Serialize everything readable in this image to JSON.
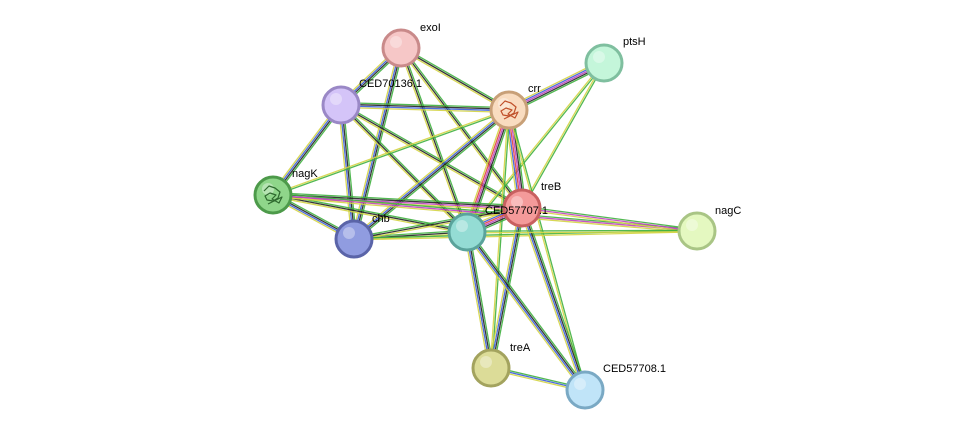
{
  "network": {
    "nodes": [
      {
        "id": "exoI",
        "label": "exoI",
        "fill": "#f6c7c7",
        "stroke": "#c98a8a",
        "glyph": "none"
      },
      {
        "id": "ptsH",
        "label": "ptsH",
        "fill": "#c4f6da",
        "stroke": "#7fbf9f",
        "glyph": "none"
      },
      {
        "id": "CED70136.1",
        "label": "CED70136.1",
        "fill": "#d4c4f8",
        "stroke": "#9a88c6",
        "glyph": "none"
      },
      {
        "id": "crr",
        "label": "crr",
        "fill": "#f9dcc0",
        "stroke": "#c8a078",
        "glyph": "protein-structure-icon"
      },
      {
        "id": "nagK",
        "label": "nagK",
        "fill": "#8fd68a",
        "stroke": "#4d9a4a",
        "glyph": "protein-structure-icon"
      },
      {
        "id": "treB",
        "label": "treB",
        "fill": "#f49a9a",
        "stroke": "#c86060",
        "glyph": "none"
      },
      {
        "id": "CED57707.1",
        "label": "CED57707.1",
        "fill": "#94dcd4",
        "stroke": "#5aa39b",
        "glyph": "none"
      },
      {
        "id": "chb",
        "label": "chb",
        "fill": "#909ce0",
        "stroke": "#5a64a8",
        "glyph": "none"
      },
      {
        "id": "nagC",
        "label": "nagC",
        "fill": "#e4f8c0",
        "stroke": "#a9c585",
        "glyph": "none"
      },
      {
        "id": "treA",
        "label": "treA",
        "fill": "#dcdc98",
        "stroke": "#a3a35e",
        "glyph": "none"
      },
      {
        "id": "CED57708.1",
        "label": "CED57708.1",
        "fill": "#c0e4f8",
        "stroke": "#7aa9c4",
        "glyph": "none"
      }
    ],
    "edges": [
      {
        "source": "exoI",
        "target": "CED70136.1",
        "colors": [
          "#3fb03f",
          "#222222",
          "#3a5bd9",
          "#d4d444"
        ]
      },
      {
        "source": "exoI",
        "target": "crr",
        "colors": [
          "#3fb03f",
          "#222222",
          "#d4d444"
        ]
      },
      {
        "source": "exoI",
        "target": "chb",
        "colors": [
          "#3fb03f",
          "#222222",
          "#3a5bd9",
          "#d4d444"
        ]
      },
      {
        "source": "exoI",
        "target": "CED57707.1",
        "colors": [
          "#3fb03f",
          "#222222",
          "#d4d444"
        ]
      },
      {
        "source": "exoI",
        "target": "treB",
        "colors": [
          "#3fb03f",
          "#222222",
          "#d4d444"
        ]
      },
      {
        "source": "CED70136.1",
        "target": "crr",
        "colors": [
          "#3fb03f",
          "#222222",
          "#3a5bd9",
          "#d4d444"
        ]
      },
      {
        "source": "CED70136.1",
        "target": "nagK",
        "colors": [
          "#3fb03f",
          "#222222",
          "#3a5bd9",
          "#d4d444"
        ]
      },
      {
        "source": "CED70136.1",
        "target": "chb",
        "colors": [
          "#3fb03f",
          "#222222",
          "#3a5bd9",
          "#d4d444"
        ]
      },
      {
        "source": "CED70136.1",
        "target": "CED57707.1",
        "colors": [
          "#3fb03f",
          "#222222",
          "#d4d444"
        ]
      },
      {
        "source": "CED70136.1",
        "target": "treB",
        "colors": [
          "#3fb03f",
          "#222222",
          "#d4d444"
        ]
      },
      {
        "source": "ptsH",
        "target": "crr",
        "colors": [
          "#3fb03f",
          "#222222",
          "#c040c0",
          "#3a5bd9",
          "#d4d444"
        ]
      },
      {
        "source": "ptsH",
        "target": "treB",
        "colors": [
          "#3fb03f",
          "#d4d444"
        ]
      },
      {
        "source": "ptsH",
        "target": "CED57707.1",
        "colors": [
          "#3fb03f",
          "#d4d444"
        ]
      },
      {
        "source": "crr",
        "target": "nagK",
        "colors": [
          "#3fb03f",
          "#d4d444"
        ]
      },
      {
        "source": "crr",
        "target": "chb",
        "colors": [
          "#3fb03f",
          "#222222",
          "#3a5bd9",
          "#d4d444"
        ]
      },
      {
        "source": "crr",
        "target": "treB",
        "colors": [
          "#3fb03f",
          "#222222",
          "#c040c0",
          "#e04040",
          "#3a5bd9",
          "#d4d444"
        ]
      },
      {
        "source": "crr",
        "target": "CED57707.1",
        "colors": [
          "#3fb03f",
          "#222222",
          "#c040c0",
          "#e04040",
          "#d4d444"
        ]
      },
      {
        "source": "crr",
        "target": "treA",
        "colors": [
          "#3fb03f",
          "#d4d444"
        ]
      },
      {
        "source": "crr",
        "target": "CED57708.1",
        "colors": [
          "#3fb03f",
          "#d4d444"
        ]
      },
      {
        "source": "nagK",
        "target": "chb",
        "colors": [
          "#3fb03f",
          "#222222",
          "#3a5bd9",
          "#d4d444"
        ]
      },
      {
        "source": "nagK",
        "target": "CED57707.1",
        "colors": [
          "#3fb03f",
          "#222222",
          "#d4d444"
        ]
      },
      {
        "source": "nagK",
        "target": "treB",
        "colors": [
          "#3fb03f",
          "#222222",
          "#c040c0",
          "#d4d444"
        ]
      },
      {
        "source": "nagK",
        "target": "nagC",
        "colors": [
          "#3fb03f",
          "#c040c0",
          "#d4d444"
        ]
      },
      {
        "source": "chb",
        "target": "CED57707.1",
        "colors": [
          "#3fb03f",
          "#222222",
          "#d4d444"
        ]
      },
      {
        "source": "chb",
        "target": "treB",
        "colors": [
          "#3fb03f",
          "#222222",
          "#d4d444"
        ]
      },
      {
        "source": "chb",
        "target": "nagC",
        "colors": [
          "#3fb03f",
          "#d4d444"
        ]
      },
      {
        "source": "treB",
        "target": "CED57707.1",
        "colors": [
          "#3fb03f",
          "#222222",
          "#c040c0",
          "#e04040",
          "#3a5bd9",
          "#d4d444"
        ]
      },
      {
        "source": "treB",
        "target": "nagC",
        "colors": [
          "#3fb03f",
          "#c040c0",
          "#d4d444"
        ]
      },
      {
        "source": "treB",
        "target": "treA",
        "colors": [
          "#3fb03f",
          "#222222",
          "#3a5bd9",
          "#d4d444"
        ]
      },
      {
        "source": "treB",
        "target": "CED57708.1",
        "colors": [
          "#3fb03f",
          "#222222",
          "#3a5bd9",
          "#d4d444"
        ]
      },
      {
        "source": "CED57707.1",
        "target": "nagC",
        "colors": [
          "#3fb03f",
          "#d4d444"
        ]
      },
      {
        "source": "CED57707.1",
        "target": "treA",
        "colors": [
          "#3fb03f",
          "#222222",
          "#3a5bd9",
          "#d4d444"
        ]
      },
      {
        "source": "CED57707.1",
        "target": "CED57708.1",
        "colors": [
          "#3fb03f",
          "#222222",
          "#3a5bd9",
          "#d4d444"
        ]
      },
      {
        "source": "treA",
        "target": "CED57708.1",
        "colors": [
          "#3fb03f",
          "#3a5bd9",
          "#d4d444"
        ]
      }
    ]
  }
}
